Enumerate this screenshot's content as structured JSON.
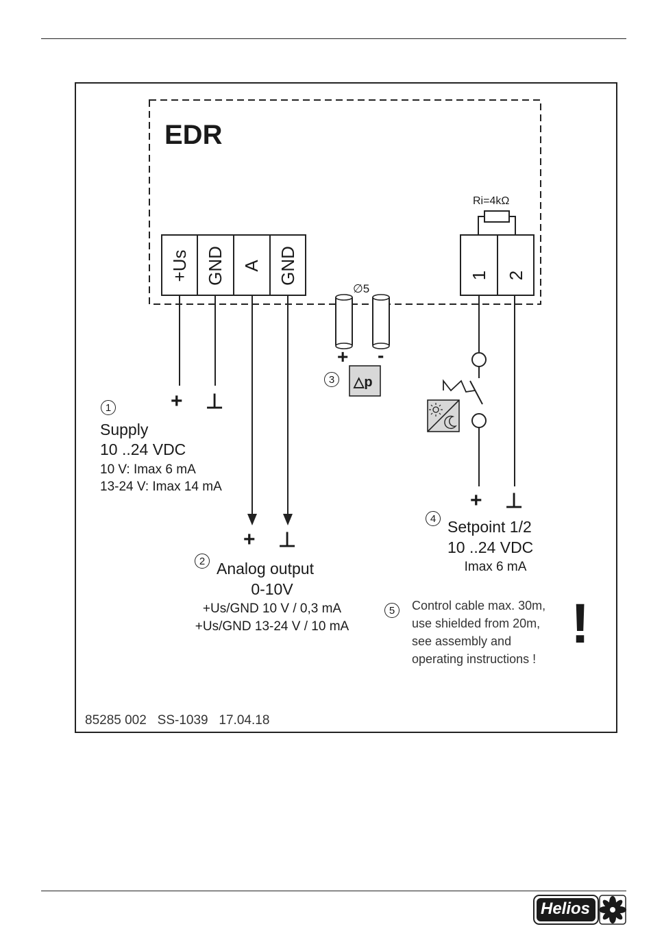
{
  "device": {
    "name": "EDR"
  },
  "terminals_left": [
    "+Us",
    "GND",
    "A",
    "GND"
  ],
  "terminals_right": [
    "1",
    "2"
  ],
  "resistor": {
    "label": "Ri=4kΩ"
  },
  "tube": {
    "diameter": "∅5",
    "plus": "+",
    "minus": "-"
  },
  "pressure": {
    "symbol": "△p"
  },
  "supply": {
    "num": "1",
    "title": "Supply",
    "voltage": "10 ..24 VDC",
    "line1": "10 V: Imax 6 mA",
    "line2": "13-24 V: Imax 14 mA",
    "plus": "+",
    "ground": "⊥"
  },
  "analog": {
    "num": "2",
    "title": "Analog output",
    "range": "0-10V",
    "line1": "+Us/GND 10 V / 0,3 mA",
    "line2": "+Us/GND 13-24 V / 10 mA",
    "plus": "+",
    "ground": "⊥"
  },
  "pressure_num": "3",
  "setpoint": {
    "num": "4",
    "title": "Setpoint 1/2",
    "voltage": "10 ..24 VDC",
    "current": "Imax 6 mA",
    "plus": "+",
    "ground": "⊥"
  },
  "note": {
    "num": "5",
    "lines": [
      "Control cable max. 30m,",
      "use shielded from 20m,",
      "see assembly and",
      "operating instructions !"
    ],
    "mark": "!"
  },
  "footer_code": "85285 002   SS-1039   17.04.18",
  "brand": "Helios",
  "icons": [
    "sun-moon-icon",
    "switch-icon",
    "exclamation-icon",
    "fan-icon"
  ]
}
